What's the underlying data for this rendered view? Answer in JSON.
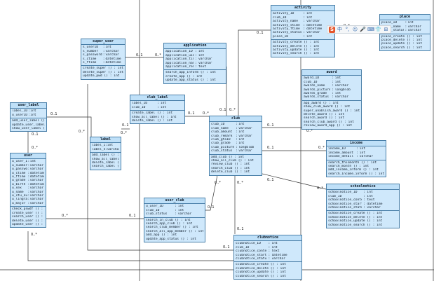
{
  "toolbar": {
    "items": [
      {
        "name": "ime-logo-icon",
        "glyph": "S"
      },
      {
        "name": "chinese-mode-icon",
        "glyph": "中"
      },
      {
        "name": "punctuation-icon",
        "glyph": "°,"
      },
      {
        "name": "emoji-icon",
        "glyph": "☺"
      },
      {
        "name": "voice-icon",
        "glyph": "🎤"
      },
      {
        "name": "keyboard-icon",
        "glyph": "⌨"
      },
      {
        "name": "skin-icon",
        "glyph": "👕"
      },
      {
        "name": "menu-grid-icon",
        "glyph": "⊞"
      }
    ]
  },
  "classes": [
    {
      "id": "activity",
      "title": "activity",
      "attrs": [
        [
          "activity_ID",
          ":",
          "int"
        ],
        [
          "club_ID",
          ":",
          "int"
        ],
        [
          "activity_name",
          ":",
          "varchar"
        ],
        [
          "activity_stime",
          ":",
          "datetime"
        ],
        [
          "activity_ftime",
          ":",
          "datetime"
        ],
        [
          "activity_status",
          ":",
          "varchar"
        ],
        [
          "place_ID",
          ":",
          "int"
        ]
      ],
      "methods": [
        "activity_create ()  : int",
        "activity_delete ()  : int",
        "activity_update ()  : int",
        "activity_search ()  : int"
      ]
    },
    {
      "id": "place",
      "title": "place",
      "attrs": [
        [
          "place_ID",
          ":",
          "int"
        ],
        [
          "place_name",
          ":",
          "varchar"
        ],
        [
          "place_status",
          ":",
          "varchar"
        ]
      ],
      "methods": [
        "place_create ()  : int",
        "place_delete ()  : int",
        "place_update ()  : int",
        "place_search ()  : int"
      ]
    },
    {
      "id": "super_user",
      "title": "super_user",
      "attrs": [
        [
          "s_userID",
          ":",
          "int"
        ],
        [
          "s_number",
          ":",
          "varchar"
        ],
        [
          "s_password",
          ":",
          "varchar"
        ],
        [
          "s_ctime",
          ":",
          "datetime"
        ],
        [
          "s_ftime",
          ":",
          "datetime"
        ]
      ],
      "methods": [
        "create_super ()  : int",
        "delete_super ()  : int",
        "update_pwd ()  : int"
      ]
    },
    {
      "id": "application",
      "title": "application",
      "attrs": [
        [
          "application_ID",
          ":",
          "int"
        ],
        [
          "application_uID",
          ":",
          "int"
        ],
        [
          "application_time",
          ":",
          "varchar"
        ],
        [
          "application_name",
          ":",
          "varchar"
        ],
        [
          "application_remake",
          ":",
          "text"
        ]
      ],
      "methods": [
        "search_app_inform ()  : int",
        "create_app ()  : int",
        "update_app_status ()  : int"
      ]
    },
    {
      "id": "award",
      "title": "award",
      "attrs": [
        [
          "award_ID",
          ":",
          "int"
        ],
        [
          "club_ID",
          ":",
          "int"
        ],
        [
          "awards_name",
          ":",
          "varchar"
        ],
        [
          "awards_picture",
          ":",
          "longblob"
        ],
        [
          "awards_grade",
          ":",
          "int"
        ],
        [
          "awards_status",
          ":",
          "varchar"
        ]
      ],
      "methods": [
        "app_award ()  : int",
        "show_club_award ()  : int",
        "super_unablish_award ()  : int",
        "delete_award ()  : int",
        "search_award ()  : int",
        "search_club_award ()  : int",
        "review_award_app ()  : int"
      ]
    },
    {
      "id": "user_label",
      "title": "user_label",
      "attrs": [
        [
          "label_ID",
          ":",
          "int"
        ],
        [
          "u_userID",
          ":",
          "int"
        ]
      ],
      "methods": [
        "add_user_label ()  : int",
        "update_user_label ()  : int",
        "show_user_label ()  : int"
      ]
    },
    {
      "id": "club_label",
      "title": "club_label",
      "attrs": [
        [
          "label_ID",
          ":",
          "int"
        ],
        [
          "club_ID",
          ":",
          "int"
        ]
      ],
      "methods": [
        "create_label ()  : int",
        "show_all_label ()  : int",
        "delete_label ()  : int"
      ]
    },
    {
      "id": "club",
      "title": "club",
      "attrs": [
        [
          "club_ID",
          ":",
          "int"
        ],
        [
          "club_name",
          ":",
          "varchar"
        ],
        [
          "club_amount",
          ":",
          "int"
        ],
        [
          "club_remark",
          ":",
          "varchar"
        ],
        [
          "club_gtoID",
          ":",
          "int"
        ],
        [
          "club_grade",
          ":",
          "int"
        ],
        [
          "club_picture",
          ":",
          "longblob"
        ],
        [
          "club_status",
          ":",
          "varchar"
        ]
      ],
      "methods": [
        "add_club ()  : int",
        "show_all_club ()  : int",
        "review_club ()  : int",
        "search_club ()  : int",
        "delete_club ()  : int"
      ]
    },
    {
      "id": "label",
      "title": "label",
      "attrs": [
        [
          "label_ID",
          ":",
          "int"
        ],
        [
          "label_name",
          ":",
          "varchar"
        ]
      ],
      "methods": [
        "add_label ()  : int",
        "show_all_label ()  : int",
        "delete_label ()  : int",
        "search_label ()  : int"
      ]
    },
    {
      "id": "income",
      "title": "income",
      "attrs": [
        [
          "income_ID",
          ":",
          "int"
        ],
        [
          "income_amount",
          ":",
          "int"
        ],
        [
          "income_detail",
          ":",
          "varchar"
        ]
      ],
      "methods": [
        "search_thismonth ()  : int",
        "search_month ()  : int",
        "add_income_inform ()  : int",
        "search_income_inform ()  : int"
      ]
    },
    {
      "id": "user",
      "title": "user",
      "attrs": [
        [
          "u_user_ID",
          ":",
          "int"
        ],
        [
          "u_number",
          ":",
          "varchar"
        ],
        [
          "u_password",
          ":",
          "varchar"
        ],
        [
          "u_ctime",
          ":",
          "datetime"
        ],
        [
          "u_ftime",
          ":",
          "datetime"
        ],
        [
          "u_grade",
          ":",
          "varchar"
        ],
        [
          "u_birth",
          ":",
          "datetime"
        ],
        [
          "u_sex",
          ":",
          "varchar"
        ],
        [
          "u_name",
          ":",
          "varchar"
        ],
        [
          "u_stu_num",
          ":",
          "varchar"
        ],
        [
          "u_lingrade",
          ":",
          "varchar"
        ],
        [
          "u_major",
          ":",
          "varchar"
        ]
      ],
      "methods": [
        "check_pswdf ()  : int",
        "create_user ()  : int",
        "search_user ()  : int",
        "delete_user ()  : int",
        "update_user ()  : int"
      ]
    },
    {
      "id": "schoolnotice",
      "title": "schoolnotice",
      "attrs": [
        [
          "schoolnotice_ID",
          ":",
          "int"
        ],
        [
          "club_ID",
          ":",
          "int"
        ],
        [
          "schoolnotice_content",
          ":",
          "text"
        ],
        [
          "schoolnotice_start_time",
          ":",
          "datetime"
        ],
        [
          "schoolnotice_status",
          ":",
          "varchar"
        ]
      ],
      "methods": [
        "schoolnotice_create ()  : int",
        "schoolnotice_delete ()  : int",
        "schoolnotice_update ()  : int",
        "schoolnotice_search ()  : int"
      ]
    },
    {
      "id": "user_club",
      "title": "user_club",
      "attrs": [
        [
          "u_user_ID",
          ":",
          "int"
        ],
        [
          "club_ID",
          ":",
          "int"
        ],
        [
          "club_status",
          ":",
          "varchar"
        ]
      ],
      "methods": [
        "search_in_club ()  : int",
        "search_app_club ()  : int",
        "search_club_member ()  : int",
        "search_all_app_member ()  : int",
        "add_app ()  : int",
        "update_app_status ()  : int"
      ]
    },
    {
      "id": "clubnotice",
      "title": "clubnotice",
      "attrs": [
        [
          "clubnotice_ID",
          ":",
          "int"
        ],
        [
          "club_ID",
          ":",
          "int"
        ],
        [
          "clubnotice_content",
          ":",
          "text"
        ],
        [
          "clubnotice_start_time",
          ":",
          "datetime"
        ],
        [
          "clubnotice_status",
          ":",
          "varchar"
        ]
      ],
      "methods": [
        "clubnotice_create ()  : int",
        "clubnotice_delete ()  : int",
        "clubnotice_update ()  : int",
        "clubnotice_search ()  : int"
      ]
    }
  ],
  "multiplicities": [
    {
      "id": "m1",
      "text": "0..1"
    },
    {
      "id": "m2",
      "text": "0..*"
    },
    {
      "id": "m3",
      "text": "0..1"
    },
    {
      "id": "m4",
      "text": "0..*"
    },
    {
      "id": "m5",
      "text": "0..1"
    },
    {
      "id": "m6",
      "text": "0..*"
    },
    {
      "id": "m7",
      "text": "0..1"
    },
    {
      "id": "m8",
      "text": "0..*"
    },
    {
      "id": "m9",
      "text": "0..1"
    },
    {
      "id": "m10",
      "text": "0..*"
    },
    {
      "id": "m11",
      "text": "0..1"
    },
    {
      "id": "m12",
      "text": "0..*"
    },
    {
      "id": "m13",
      "text": "0..1"
    },
    {
      "id": "m14",
      "text": "0..*"
    },
    {
      "id": "m15",
      "text": "0..1"
    },
    {
      "id": "m16",
      "text": "0..*"
    },
    {
      "id": "m17",
      "text": "0..1"
    },
    {
      "id": "m18",
      "text": "0..*"
    },
    {
      "id": "m19",
      "text": "0..1"
    },
    {
      "id": "m20",
      "text": "0..*"
    },
    {
      "id": "m21",
      "text": "0..*"
    },
    {
      "id": "m22",
      "text": "0..1"
    },
    {
      "id": "m23",
      "text": "0..*"
    },
    {
      "id": "m24",
      "text": "0..1"
    },
    {
      "id": "m25",
      "text": "0..*"
    },
    {
      "id": "m26",
      "text": "0..1"
    },
    {
      "id": "m27",
      "text": "0..1"
    },
    {
      "id": "m28",
      "text": "0..*"
    }
  ]
}
